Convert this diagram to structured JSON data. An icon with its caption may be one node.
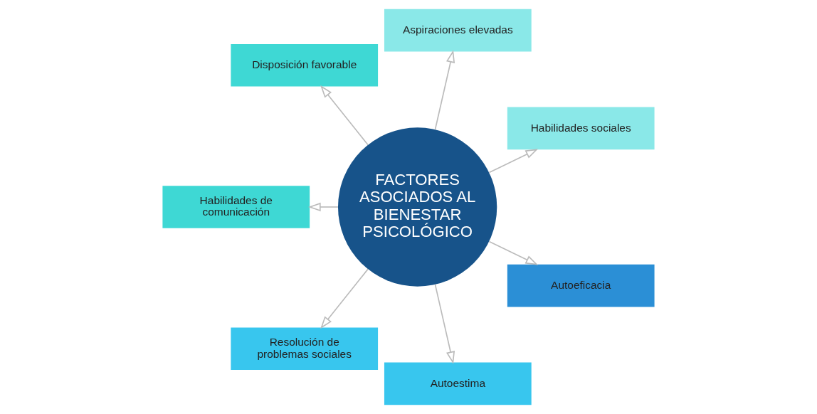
{
  "diagram": {
    "nodes": [
      {
        "text": [
          "FACTORES ASOCIADOS AL BIENESTAR PSICOLÓGICO"
        ]
      },
      {
        "text": [
          "Habilidades sociales"
        ]
      },
      {
        "text": [
          "Aspiraciones elevadas"
        ]
      },
      {
        "text": [
          "Disposición favorable"
        ]
      },
      {
        "text": [
          "Habilidades de comunicación"
        ]
      },
      {
        "text": [
          "Resolución de problemas sociales"
        ]
      },
      {
        "text": [
          "Autoestima"
        ]
      },
      {
        "text": [
          "Autoeficacia"
        ]
      }
    ],
    "edges": [
      {
        "from": 0,
        "to": 1,
        "arrow": "to"
      },
      {
        "from": 0,
        "to": 2,
        "arrow": "to"
      },
      {
        "from": 0,
        "to": 3,
        "arrow": "to"
      },
      {
        "from": 0,
        "to": 4,
        "arrow": "to"
      },
      {
        "from": 0,
        "to": 5,
        "arrow": "to"
      },
      {
        "from": 0,
        "to": 6,
        "arrow": "to"
      },
      {
        "from": 0,
        "to": 7,
        "arrow": "to"
      }
    ]
  }
}
